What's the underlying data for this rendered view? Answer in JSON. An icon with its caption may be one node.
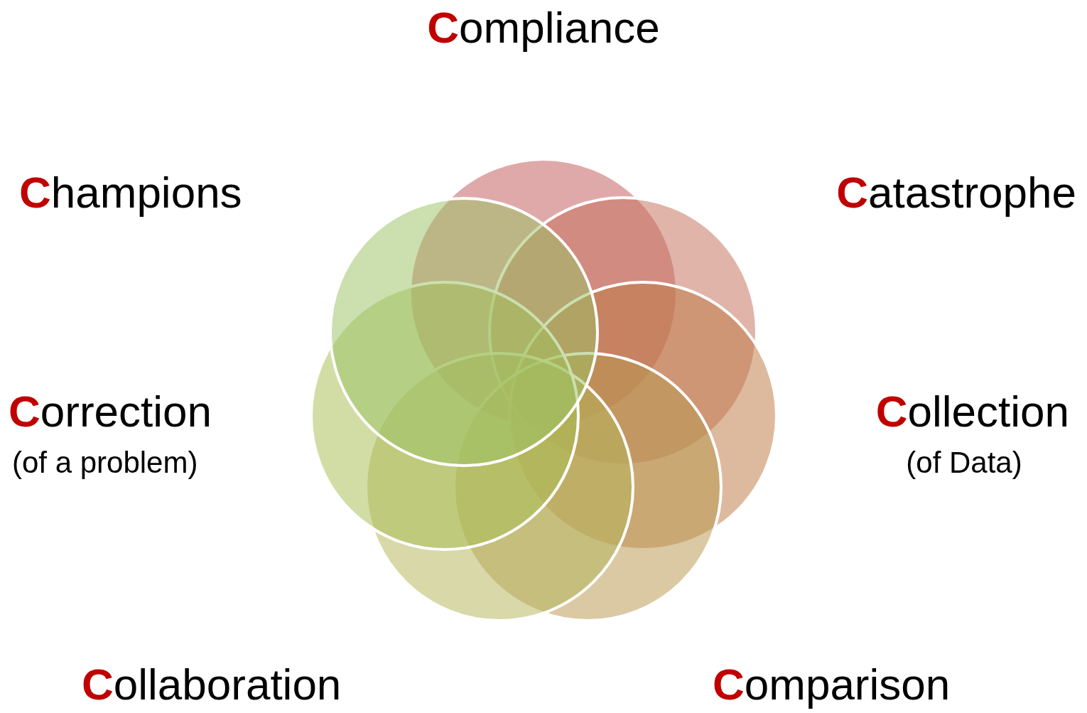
{
  "diagram": {
    "labels": [
      "Compliance",
      "Champions",
      "Catastrophe",
      "Correction",
      "(of a problem)",
      "Collection",
      "(of Data)",
      "Collaboration",
      "Comparison"
    ]
  }
}
